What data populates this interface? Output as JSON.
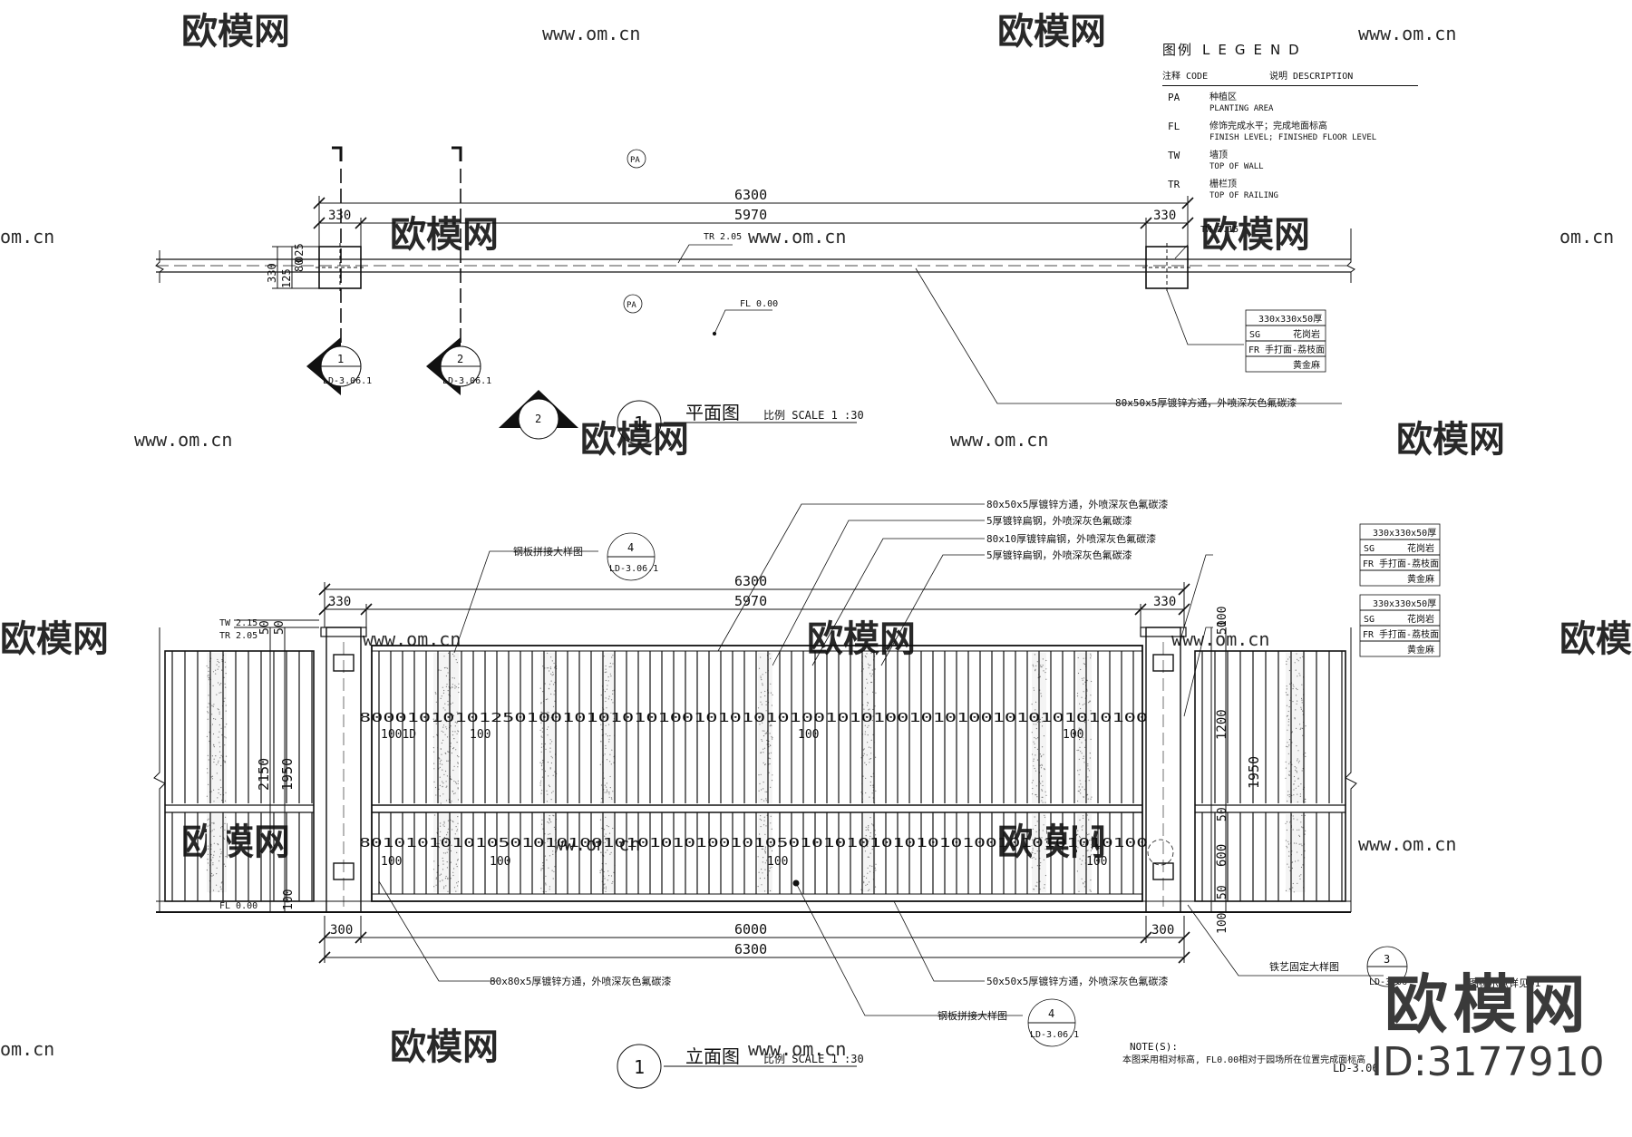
{
  "watermark": {
    "brand": "欧模网",
    "url": "www.om.cn",
    "url_short": "om.cn"
  },
  "legend": {
    "title": "图例",
    "title_en": "LEGEND",
    "col_code": "注释 CODE",
    "col_desc": "说明  DESCRIPTION",
    "items": [
      {
        "code": "PA",
        "cn": "种植区",
        "en": "PLANTING AREA"
      },
      {
        "code": "FL",
        "cn": "修饰完成水平；完成地面标高",
        "en": "FINISH LEVEL; FINISHED FLOOR LEVEL"
      },
      {
        "code": "TW",
        "cn": "墙顶",
        "en": "TOP OF WALL"
      },
      {
        "code": "TR",
        "cn": "栅栏顶",
        "en": "TOP OF RAILING"
      }
    ]
  },
  "plan": {
    "title": "平面图",
    "scale": "比例 SCALE 1 :30",
    "view_no": "1",
    "dim_total": "6300",
    "dim_inner": "5970",
    "dim_pier_l": "330",
    "dim_pier_r": "330",
    "dim_side_330": "330",
    "dim_side_125": "125",
    "dim_side_025": "025",
    "dim_side_80": "80",
    "tag_pa": "PA",
    "tag_tw": "TW 2.15",
    "tag_tr": "TR 2.05",
    "tag_fl": "FL 0.00",
    "section_1": "1",
    "section_2": "2",
    "section_ref": "LD-3.06.1",
    "callout_pipe": "80x50x5厚镀锌方通，外喷深灰色氟碳漆",
    "pier_spec": {
      "size": "330x330x50厚",
      "sg": "SG",
      "sg_val": "花岗岩",
      "fr": "FR 手打面-荔枝面",
      "stone": "黄金麻"
    }
  },
  "elev": {
    "title": "立面图",
    "scale": "比例 SCALE 1 :30",
    "view_no": "1",
    "dim_total_top": "6300",
    "dim_inner_top": "5970",
    "dim_330_l": "330",
    "dim_330_r": "330",
    "dim_300_l": "300",
    "dim_300_r": "300",
    "dim_6000": "6000",
    "dim_total_bot": "6300",
    "tw": "TW 2.15",
    "tr": "TR 2.05",
    "fl": "FL 0.00",
    "left_dims": [
      "50",
      "50",
      "2150",
      "1950",
      "100"
    ],
    "right_dims": [
      "50",
      "100",
      "1200",
      "1950",
      "50",
      "600",
      "50",
      "100"
    ],
    "callouts_top": [
      "80x50x5厚镀锌方通，外喷深灰色氟碳漆",
      "5厚镀锌扁钢，外喷深灰色氟碳漆",
      "80x10厚镀锌扁钢，外喷深灰色氟碳漆",
      "5厚镀锌扁钢，外喷深灰色氟碳漆"
    ],
    "callout_plate": "钢板拼接大样图",
    "callout_plate_no": "4",
    "callout_plate_ref": "LD-3.06.1",
    "callout_bot_left": "80x80x5厚镀锌方通，外喷深灰色氟碳漆",
    "callout_bot_right": "50x50x5厚镀锌方通，外喷深灰色氟碳漆",
    "callout_fix": "铁艺固定大样图",
    "callout_fix_no": "3",
    "callout_fix_ref": "LD-3.06",
    "callout_fix_ref2": "图标示意详见01",
    "pier_spec_1": {
      "size": "330x330x50厚",
      "sg": "SG",
      "sg_val": "花岗岩",
      "fr": "FR 手打面-荔枝面",
      "stone": "黄金麻"
    },
    "pier_spec_2": {
      "size": "330x330x50厚",
      "sg": "SG",
      "sg_val": "花岗岩",
      "fr": "FR 手打面-荔枝面",
      "stone": "黄金麻"
    },
    "bar_labels_upper": "800010101012501001010101010010101010100101010010101001010101010100",
    "bar_labels_lower": "80101010101050101010010101010100101050101010101010101001010101010100",
    "bar_label_100": "100",
    "bar_label_1001": "1001D"
  },
  "note": {
    "title": "NOTE(S):",
    "text": "本图采用相对标高, FL0.00相对于园场所在位置完成面标高",
    "sheet": "LD-3.06"
  },
  "brand": {
    "name": "欧模网",
    "id": "ID:3177910"
  }
}
